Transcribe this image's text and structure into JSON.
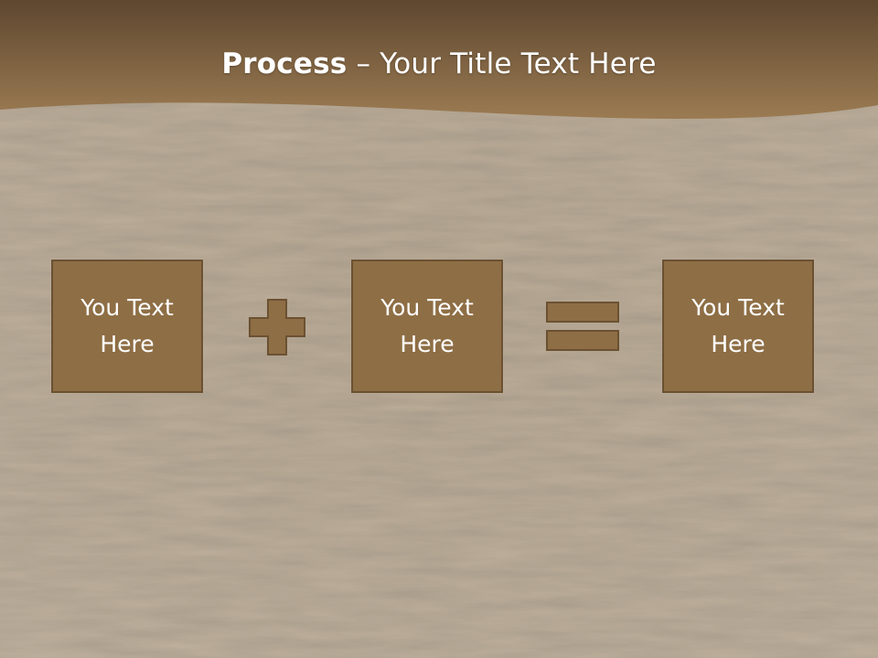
{
  "slide": {
    "title_bold": "Process",
    "title_dash": " – ",
    "title_rest": "Your Title Text Here"
  },
  "process": {
    "boxes": [
      {
        "text": "You Text\nHere"
      },
      {
        "text": "You Text\nHere"
      },
      {
        "text": "You Text\nHere"
      }
    ],
    "operators": [
      "plus-icon",
      "equals-icon"
    ]
  },
  "colors": {
    "band_top": "#5f4830",
    "band_bottom": "#9a7a52",
    "box_fill": "#8e6e45",
    "box_border": "#6b5132",
    "text": "#ffffff"
  }
}
